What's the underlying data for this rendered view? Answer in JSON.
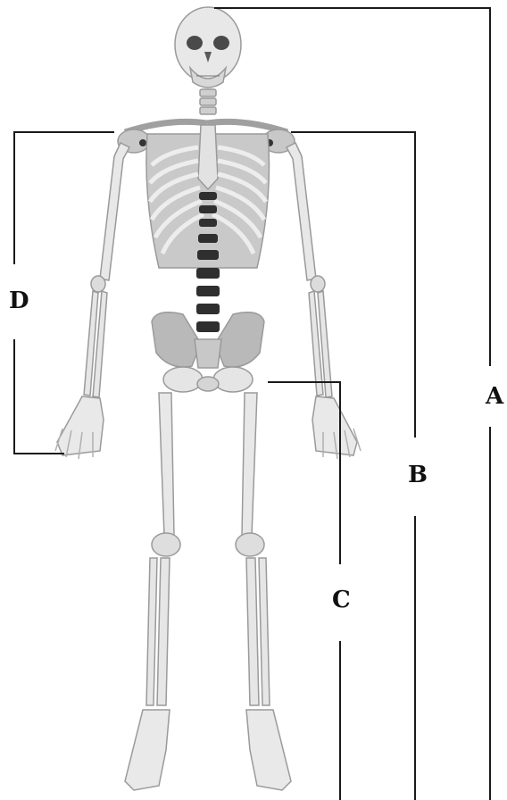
{
  "labels": {
    "a": "A",
    "b": "B",
    "c": "C",
    "d": "D"
  },
  "colors": {
    "bone": "#e6e6e6",
    "bone_shade": "#b4b4b4",
    "bone_outline": "#9a9a9a",
    "dark_detail": "#3a3a3a",
    "line": "#1a1a1a"
  }
}
